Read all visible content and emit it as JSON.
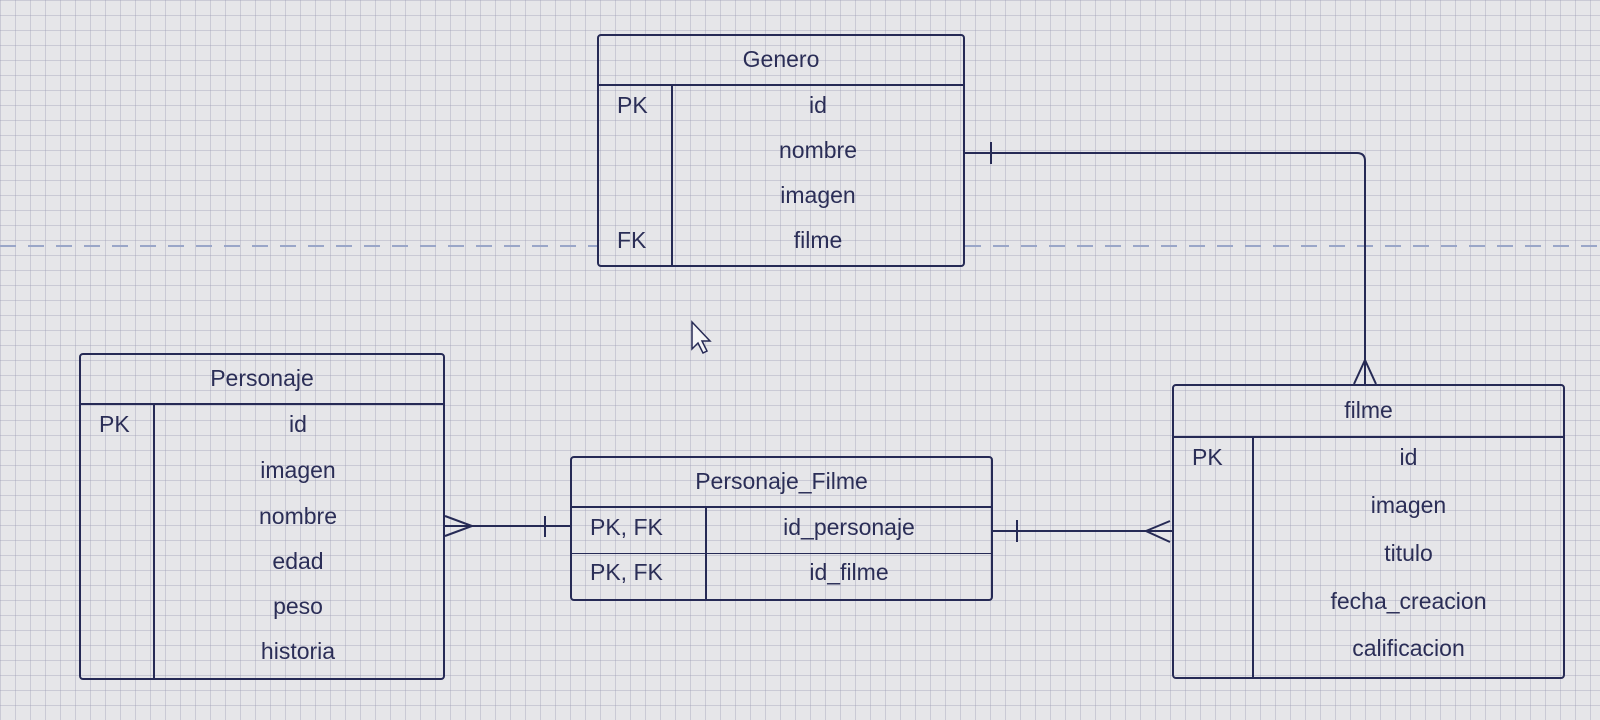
{
  "entities": {
    "genero": {
      "name": "Genero",
      "rows": [
        {
          "key": "PK",
          "attr": "id"
        },
        {
          "key": "",
          "attr": "nombre"
        },
        {
          "key": "",
          "attr": "imagen"
        },
        {
          "key": "FK",
          "attr": "filme"
        }
      ]
    },
    "personaje": {
      "name": "Personaje",
      "rows": [
        {
          "key": "PK",
          "attr": "id"
        },
        {
          "key": "",
          "attr": "imagen"
        },
        {
          "key": "",
          "attr": "nombre"
        },
        {
          "key": "",
          "attr": "edad"
        },
        {
          "key": "",
          "attr": "peso"
        },
        {
          "key": "",
          "attr": "historia"
        }
      ]
    },
    "personaje_filme": {
      "name": "Personaje_Filme",
      "rows": [
        {
          "key": "PK, FK",
          "attr": "id_personaje"
        },
        {
          "key": "PK, FK",
          "attr": "id_filme"
        }
      ]
    },
    "filme": {
      "name": "filme",
      "rows": [
        {
          "key": "PK",
          "attr": "id"
        },
        {
          "key": "",
          "attr": "imagen"
        },
        {
          "key": "",
          "attr": "titulo"
        },
        {
          "key": "",
          "attr": "fecha_creacion"
        },
        {
          "key": "",
          "attr": "calificacion"
        }
      ]
    }
  },
  "relationships": [
    {
      "from": "Genero",
      "to": "filme",
      "from_cardinality": "one",
      "to_cardinality": "many"
    },
    {
      "from": "Personaje",
      "to": "Personaje_Filme",
      "from_cardinality": "many",
      "to_cardinality": "one"
    },
    {
      "from": "Personaje_Filme",
      "to": "filme",
      "from_cardinality": "one",
      "to_cardinality": "many"
    }
  ],
  "colors": {
    "line": "#262a55",
    "text": "#2b2e57",
    "background": "#e6e6e9",
    "guide": "#9aa6c8"
  }
}
